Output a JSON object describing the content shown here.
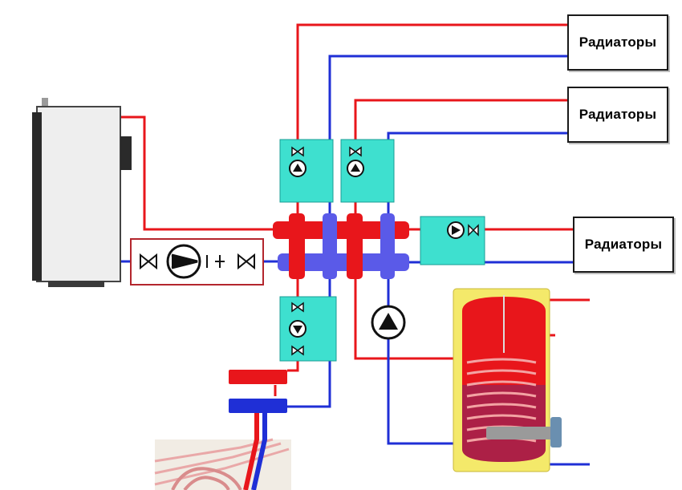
{
  "radiators": [
    {
      "label": "Радиаторы"
    },
    {
      "label": "Радиаторы"
    },
    {
      "label": "Радиаторы"
    }
  ],
  "colors": {
    "supply": "#e8161b",
    "return": "#1f2fd6",
    "module": "#3ee0cf",
    "boiler_body": "#eeeeee",
    "tank_jacket": "#f4e96a",
    "tank_inner": "#e8161b",
    "pump": "#111111"
  }
}
